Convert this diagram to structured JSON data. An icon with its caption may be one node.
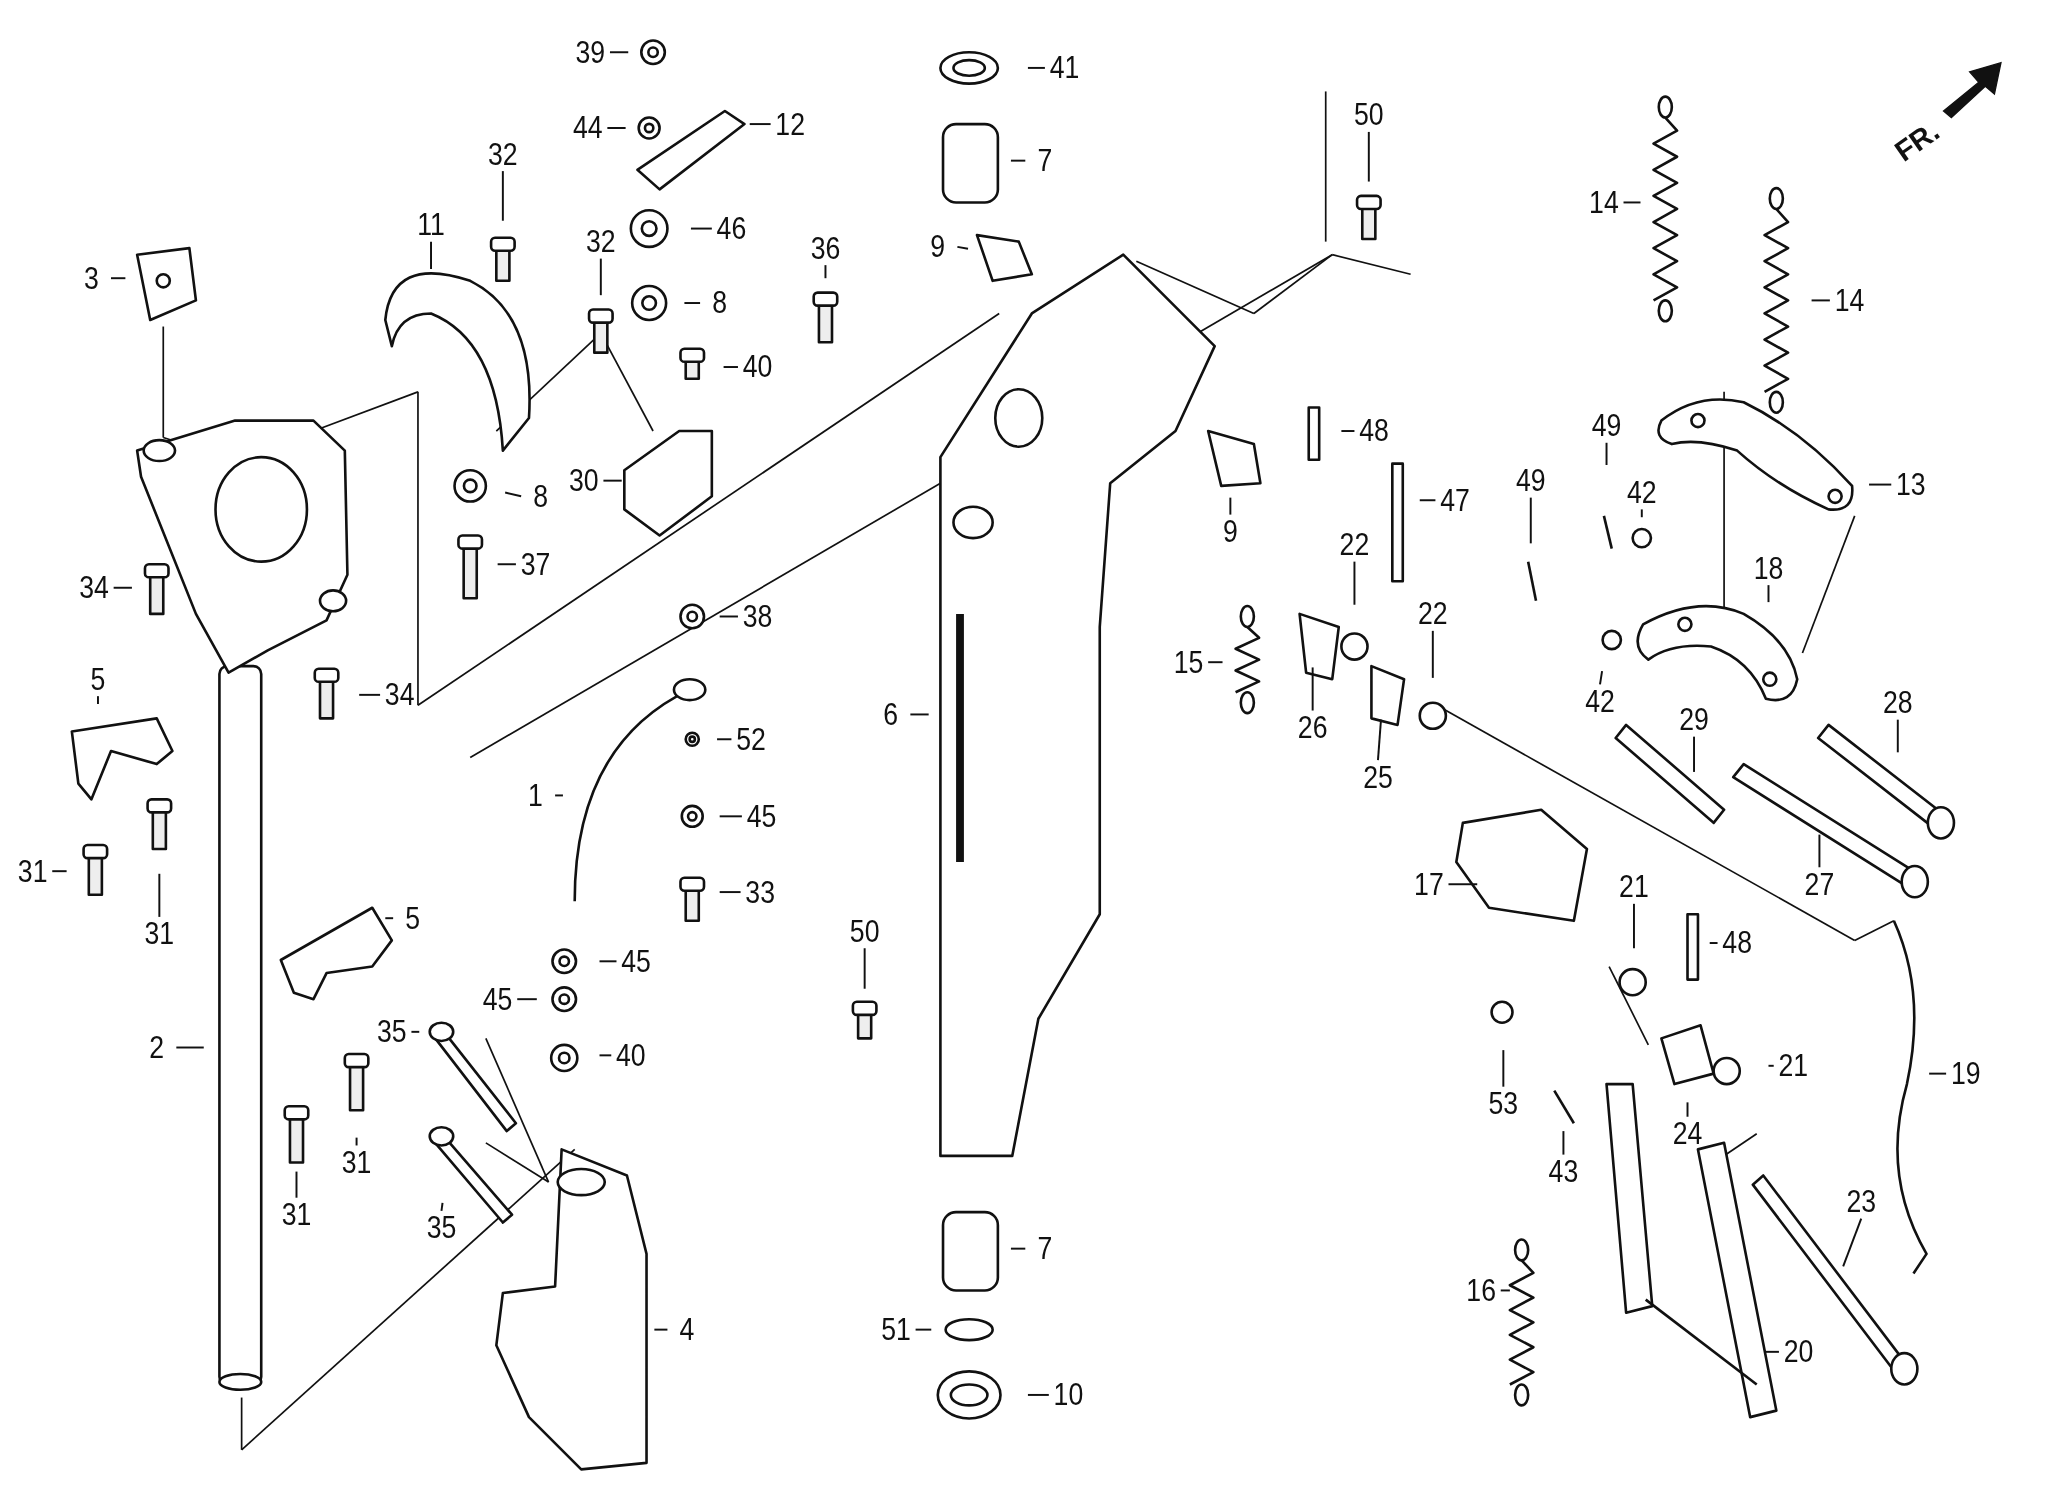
{
  "diagram": {
    "nodes": [
      {
        "text": [
          "39"
        ]
      },
      {
        "text": [
          "44"
        ]
      },
      {
        "text": [
          "12"
        ]
      },
      {
        "text": [
          "11"
        ]
      },
      {
        "text": [
          "32"
        ]
      },
      {
        "text": [
          "32"
        ]
      },
      {
        "text": [
          "46"
        ]
      },
      {
        "text": [
          "8"
        ]
      },
      {
        "text": [
          "36"
        ]
      },
      {
        "text": [
          "3"
        ]
      },
      {
        "text": [
          "40"
        ]
      },
      {
        "text": [
          "8"
        ]
      },
      {
        "text": [
          "30"
        ]
      },
      {
        "text": [
          "37"
        ]
      },
      {
        "text": [
          "34"
        ]
      },
      {
        "text": [
          "38"
        ]
      },
      {
        "text": [
          "34"
        ]
      },
      {
        "text": [
          "5"
        ]
      },
      {
        "text": [
          "31"
        ]
      },
      {
        "text": [
          "31"
        ]
      },
      {
        "text": [
          "1"
        ]
      },
      {
        "text": [
          "52"
        ]
      },
      {
        "text": [
          "45"
        ]
      },
      {
        "text": [
          "33"
        ]
      },
      {
        "text": [
          "5"
        ]
      },
      {
        "text": [
          "2"
        ]
      },
      {
        "text": [
          "45"
        ]
      },
      {
        "text": [
          "45"
        ]
      },
      {
        "text": [
          "40"
        ]
      },
      {
        "text": [
          "35"
        ]
      },
      {
        "text": [
          "35"
        ]
      },
      {
        "text": [
          "31"
        ]
      },
      {
        "text": [
          "31"
        ]
      },
      {
        "text": [
          "4"
        ]
      },
      {
        "text": [
          "41"
        ]
      },
      {
        "text": [
          "7"
        ]
      },
      {
        "text": [
          "9"
        ]
      },
      {
        "text": [
          "50"
        ]
      },
      {
        "text": [
          "6"
        ]
      },
      {
        "text": [
          "50"
        ]
      },
      {
        "text": [
          "7"
        ]
      },
      {
        "text": [
          "51"
        ]
      },
      {
        "text": [
          "10"
        ]
      },
      {
        "text": [
          "48"
        ]
      },
      {
        "text": [
          "47"
        ]
      },
      {
        "text": [
          "9"
        ]
      },
      {
        "text": [
          "22"
        ]
      },
      {
        "text": [
          "22"
        ]
      },
      {
        "text": [
          "15"
        ]
      },
      {
        "text": [
          "26"
        ]
      },
      {
        "text": [
          "25"
        ]
      },
      {
        "text": [
          "14"
        ]
      },
      {
        "text": [
          "14"
        ]
      },
      {
        "text": [
          "13"
        ]
      },
      {
        "text": [
          "49"
        ]
      },
      {
        "text": [
          "49"
        ]
      },
      {
        "text": [
          "42"
        ]
      },
      {
        "text": [
          "18"
        ]
      },
      {
        "text": [
          "42"
        ]
      },
      {
        "text": [
          "29"
        ]
      },
      {
        "text": [
          "28"
        ]
      },
      {
        "text": [
          "27"
        ]
      },
      {
        "text": [
          "17"
        ]
      },
      {
        "text": [
          "21"
        ]
      },
      {
        "text": [
          "48"
        ]
      },
      {
        "text": [
          "21"
        ]
      },
      {
        "text": [
          "19"
        ]
      },
      {
        "text": [
          "53"
        ]
      },
      {
        "text": [
          "43"
        ]
      },
      {
        "text": [
          "24"
        ]
      },
      {
        "text": [
          "23"
        ]
      },
      {
        "text": [
          "16"
        ]
      },
      {
        "text": [
          "20"
        ]
      }
    ],
    "edges": [
      {
        "from": 0,
        "to": null,
        "arrow": "none"
      },
      {
        "from": 1,
        "to": null,
        "arrow": "none"
      },
      {
        "from": 2,
        "to": null,
        "arrow": "none"
      },
      {
        "from": 3,
        "to": null,
        "arrow": "none"
      },
      {
        "from": 4,
        "to": null,
        "arrow": "none"
      },
      {
        "from": 5,
        "to": null,
        "arrow": "none"
      },
      {
        "from": 6,
        "to": null,
        "arrow": "none"
      },
      {
        "from": 7,
        "to": null,
        "arrow": "none"
      },
      {
        "from": 8,
        "to": null,
        "arrow": "none"
      },
      {
        "from": 9,
        "to": null,
        "arrow": "none"
      },
      {
        "from": 10,
        "to": null,
        "arrow": "none"
      },
      {
        "from": 11,
        "to": null,
        "arrow": "none"
      },
      {
        "from": 12,
        "to": null,
        "arrow": "none"
      },
      {
        "from": 13,
        "to": null,
        "arrow": "none"
      },
      {
        "from": 14,
        "to": null,
        "arrow": "none"
      },
      {
        "from": 15,
        "to": null,
        "arrow": "none"
      },
      {
        "from": 16,
        "to": null,
        "arrow": "none"
      },
      {
        "from": 17,
        "to": null,
        "arrow": "none"
      },
      {
        "from": 18,
        "to": null,
        "arrow": "none"
      },
      {
        "from": 19,
        "to": null,
        "arrow": "none"
      },
      {
        "from": 20,
        "to": null,
        "arrow": "none"
      },
      {
        "from": 21,
        "to": null,
        "arrow": "none"
      },
      {
        "from": 22,
        "to": null,
        "arrow": "none"
      },
      {
        "from": 23,
        "to": null,
        "arrow": "none"
      },
      {
        "from": 24,
        "to": null,
        "arrow": "none"
      },
      {
        "from": 25,
        "to": null,
        "arrow": "none"
      },
      {
        "from": 26,
        "to": null,
        "arrow": "none"
      },
      {
        "from": 27,
        "to": null,
        "arrow": "none"
      },
      {
        "from": 28,
        "to": null,
        "arrow": "none"
      },
      {
        "from": 29,
        "to": null,
        "arrow": "none"
      },
      {
        "from": 30,
        "to": null,
        "arrow": "none"
      },
      {
        "from": 31,
        "to": null,
        "arrow": "none"
      },
      {
        "from": 32,
        "to": null,
        "arrow": "none"
      },
      {
        "from": 33,
        "to": null,
        "arrow": "none"
      },
      {
        "from": 34,
        "to": null,
        "arrow": "none"
      },
      {
        "from": 35,
        "to": null,
        "arrow": "none"
      },
      {
        "from": 36,
        "to": null,
        "arrow": "none"
      },
      {
        "from": 37,
        "to": null,
        "arrow": "none"
      },
      {
        "from": 38,
        "to": null,
        "arrow": "none"
      },
      {
        "from": 39,
        "to": null,
        "arrow": "none"
      },
      {
        "from": 40,
        "to": null,
        "arrow": "none"
      },
      {
        "from": 41,
        "to": null,
        "arrow": "none"
      },
      {
        "from": 42,
        "to": null,
        "arrow": "none"
      },
      {
        "from": 43,
        "to": null,
        "arrow": "none"
      },
      {
        "from": 44,
        "to": null,
        "arrow": "none"
      },
      {
        "from": 45,
        "to": null,
        "arrow": "none"
      },
      {
        "from": 46,
        "to": null,
        "arrow": "none"
      },
      {
        "from": 47,
        "to": null,
        "arrow": "none"
      },
      {
        "from": 48,
        "to": null,
        "arrow": "none"
      },
      {
        "from": 49,
        "to": null,
        "arrow": "none"
      },
      {
        "from": 50,
        "to": null,
        "arrow": "none"
      },
      {
        "from": 51,
        "to": null,
        "arrow": "none"
      },
      {
        "from": 52,
        "to": null,
        "arrow": "none"
      },
      {
        "from": 53,
        "to": null,
        "arrow": "none"
      },
      {
        "from": 54,
        "to": null,
        "arrow": "none"
      },
      {
        "from": 55,
        "to": null,
        "arrow": "none"
      },
      {
        "from": 56,
        "to": null,
        "arrow": "none"
      },
      {
        "from": 57,
        "to": null,
        "arrow": "none"
      },
      {
        "from": 58,
        "to": null,
        "arrow": "none"
      },
      {
        "from": 59,
        "to": null,
        "arrow": "none"
      },
      {
        "from": 60,
        "to": null,
        "arrow": "none"
      },
      {
        "from": 61,
        "to": null,
        "arrow": "none"
      },
      {
        "from": 62,
        "to": null,
        "arrow": "none"
      },
      {
        "from": 63,
        "to": null,
        "arrow": "none"
      },
      {
        "from": 64,
        "to": null,
        "arrow": "none"
      },
      {
        "from": 65,
        "to": null,
        "arrow": "none"
      },
      {
        "from": 66,
        "to": null,
        "arrow": "none"
      },
      {
        "from": 67,
        "to": null,
        "arrow": "none"
      },
      {
        "from": 68,
        "to": null,
        "arrow": "none"
      },
      {
        "from": 69,
        "to": null,
        "arrow": "none"
      },
      {
        "from": 70,
        "to": null,
        "arrow": "none"
      },
      {
        "from": 71,
        "to": null,
        "arrow": "none"
      },
      {
        "from": 72,
        "to": null,
        "arrow": "none"
      }
    ],
    "labels": [
      "FR."
    ]
  }
}
